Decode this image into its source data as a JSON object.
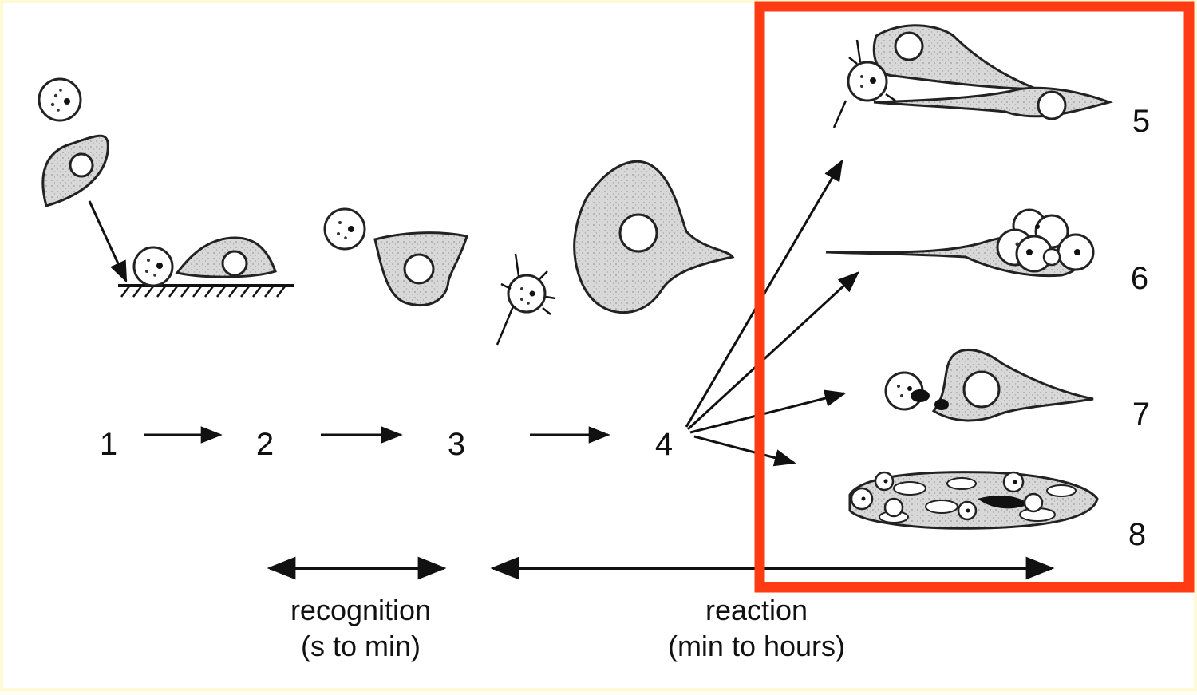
{
  "stages": {
    "s1": "1",
    "s2": "2",
    "s3": "3",
    "s4": "4",
    "s5": "5",
    "s6": "6",
    "s7": "7",
    "s8": "8"
  },
  "phases": {
    "recognition_label": "recognition",
    "recognition_time": "(s to min)",
    "reaction_label": "reaction",
    "reaction_time": "(min to hours)"
  },
  "colors": {
    "highlight_box": "#ff3b14",
    "cell_fill": "#d6d6d6",
    "line": "#111111",
    "page_border": "#fdfbd6"
  }
}
